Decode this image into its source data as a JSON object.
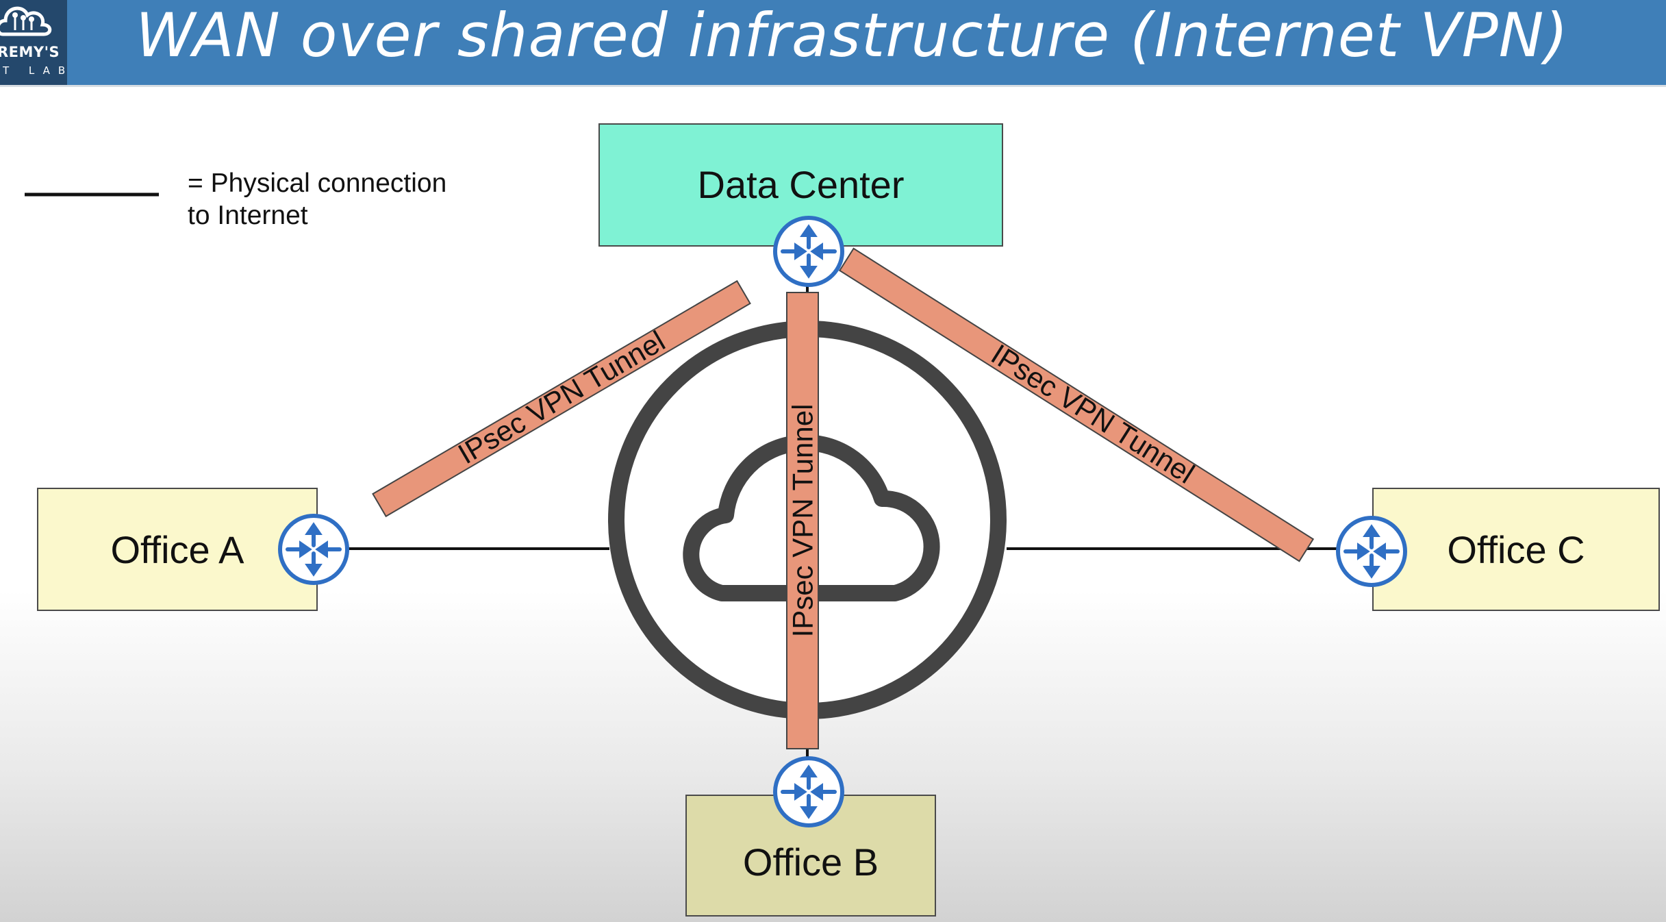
{
  "header": {
    "title": "WAN over shared infrastructure (Internet VPN)",
    "logo_line1": "REMY'S",
    "logo_line2": "T LAB"
  },
  "legend": {
    "label_line1": "= Physical connection",
    "label_line2": "to Internet"
  },
  "nodes": {
    "data_center": "Data Center",
    "office_a": "Office A",
    "office_b": "Office B",
    "office_c": "Office C"
  },
  "tunnels": {
    "dc_to_office_a": "IPsec VPN Tunnel",
    "dc_to_office_b": "IPsec VPN Tunnel",
    "dc_to_office_c": "IPsec VPN Tunnel"
  },
  "colors": {
    "banner": "#3f7fb8",
    "data_center_fill": "#7ff2d4",
    "office_fill": "#fbf8cc",
    "office_b_fill": "#dddba9",
    "tunnel_fill": "#e8967a",
    "router_blue": "#2f6fc4",
    "internet_ring": "#444444"
  },
  "icons": {
    "router": "router-icon",
    "internet": "internet-cloud-icon",
    "logo": "cloud-circuit-logo-icon"
  }
}
